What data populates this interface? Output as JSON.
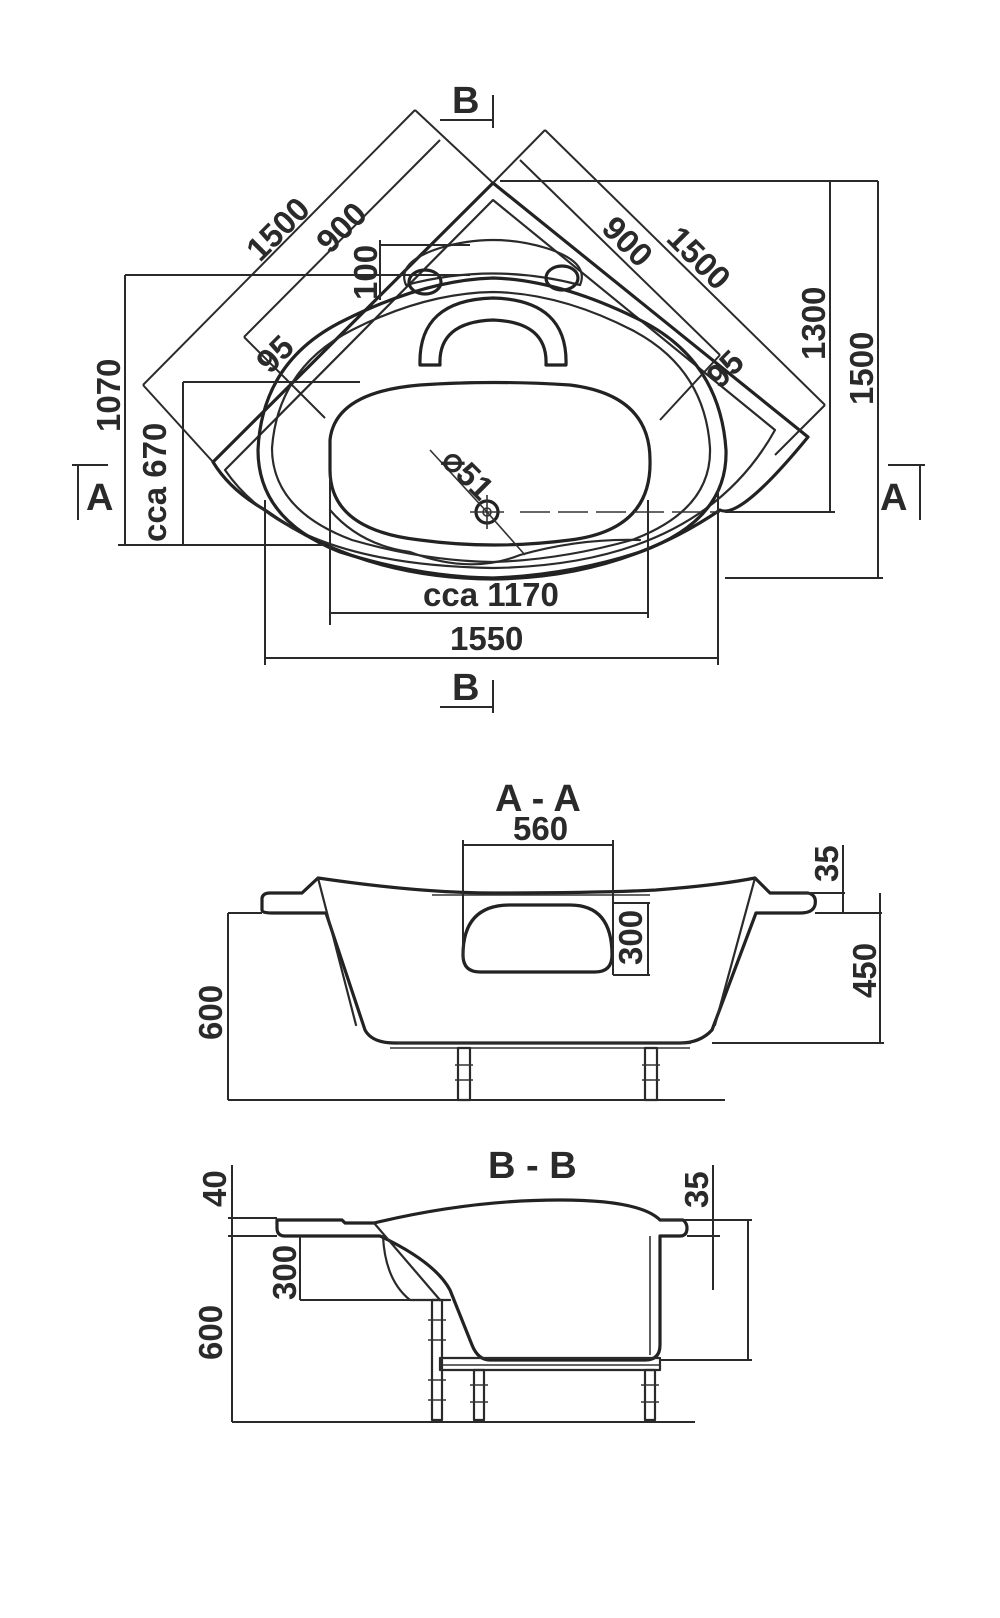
{
  "top_view": {
    "dims": {
      "diag_outer_left": "1500",
      "diag_inner_left": "900",
      "small_100": "100",
      "diag_inner_right": "900",
      "diag_outer_right": "1500",
      "right_1300": "1300",
      "right_1500": "1500",
      "left_1070": "1070",
      "left_cca670": "cca 670",
      "offset_left_95": "95",
      "offset_right_95": "95",
      "drain": "⌀51",
      "width_cca1170": "cca 1170",
      "width_1550": "1550"
    },
    "section_marks": {
      "b_top": "B",
      "b_bottom": "B",
      "a_left": "A",
      "a_right": "A"
    }
  },
  "section_aa": {
    "title": "A - A",
    "dims": {
      "width_560": "560",
      "height_300": "300",
      "rim_35": "35",
      "depth_450": "450",
      "height_600": "600"
    }
  },
  "section_bb": {
    "title": "B - B",
    "dims": {
      "rim_40": "40",
      "rim_35": "35",
      "seat_300": "300",
      "height_600": "600"
    }
  }
}
